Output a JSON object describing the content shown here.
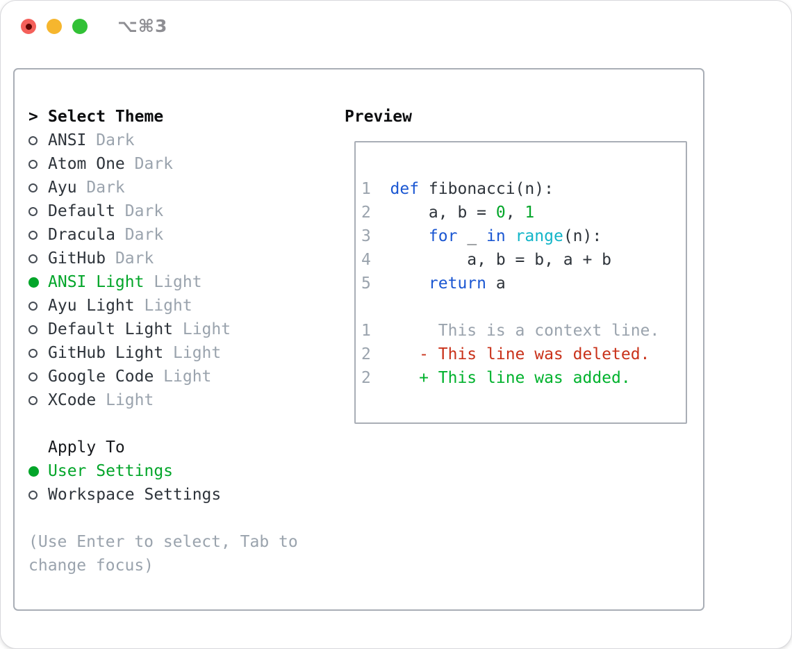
{
  "window": {
    "title": "⌥⌘3",
    "traffic_lights": [
      {
        "name": "close",
        "color": "#f4605a"
      },
      {
        "name": "minimize",
        "color": "#f6b62e"
      },
      {
        "name": "zoom",
        "color": "#32c136"
      }
    ]
  },
  "theme_list": {
    "header_prefix": ">",
    "header": "Select Theme",
    "items": [
      {
        "name": "ANSI",
        "tag": "Dark",
        "selected": false
      },
      {
        "name": "Atom One",
        "tag": "Dark",
        "selected": false
      },
      {
        "name": "Ayu",
        "tag": "Dark",
        "selected": false
      },
      {
        "name": "Default",
        "tag": "Dark",
        "selected": false
      },
      {
        "name": "Dracula",
        "tag": "Dark",
        "selected": false
      },
      {
        "name": "GitHub",
        "tag": "Dark",
        "selected": false
      },
      {
        "name": "ANSI Light",
        "tag": "Light",
        "selected": true
      },
      {
        "name": "Ayu Light",
        "tag": "Light",
        "selected": false
      },
      {
        "name": "Default Light",
        "tag": "Light",
        "selected": false
      },
      {
        "name": "GitHub Light",
        "tag": "Light",
        "selected": false
      },
      {
        "name": "Google Code",
        "tag": "Light",
        "selected": false
      },
      {
        "name": "XCode",
        "tag": "Light",
        "selected": false
      }
    ]
  },
  "apply_to": {
    "header": "Apply To",
    "options": [
      {
        "label": "User Settings",
        "selected": true
      },
      {
        "label": "Workspace Settings",
        "selected": false
      }
    ]
  },
  "help_text": "(Use Enter to select, Tab to change focus)",
  "preview": {
    "title": "Preview",
    "code_lines": [
      {
        "num": "1",
        "segments": [
          {
            "text": "def",
            "color": "keyword"
          },
          {
            "text": " fibonacci(n):",
            "color": "fg"
          }
        ]
      },
      {
        "num": "2",
        "segments": [
          {
            "text": "    a, b = ",
            "color": "fg"
          },
          {
            "text": "0",
            "color": "number"
          },
          {
            "text": ", ",
            "color": "fg"
          },
          {
            "text": "1",
            "color": "number"
          }
        ]
      },
      {
        "num": "3",
        "segments": [
          {
            "text": "    ",
            "color": "fg"
          },
          {
            "text": "for",
            "color": "keyword"
          },
          {
            "text": " _ ",
            "color": "fg"
          },
          {
            "text": "in",
            "color": "keyword"
          },
          {
            "text": " ",
            "color": "fg"
          },
          {
            "text": "range",
            "color": "builtin"
          },
          {
            "text": "(n):",
            "color": "fg"
          }
        ]
      },
      {
        "num": "4",
        "segments": [
          {
            "text": "        a, b = b, a + b",
            "color": "fg"
          }
        ]
      },
      {
        "num": "5",
        "segments": [
          {
            "text": "    ",
            "color": "fg"
          },
          {
            "text": "return",
            "color": "keyword"
          },
          {
            "text": " a",
            "color": "fg"
          }
        ]
      },
      {
        "num": "",
        "segments": []
      },
      {
        "num": "1",
        "segments": [
          {
            "text": "     This is a context line.",
            "color": "context"
          }
        ]
      },
      {
        "num": "2",
        "segments": [
          {
            "text": "   - This line was deleted.",
            "color": "deleted"
          }
        ]
      },
      {
        "num": "2",
        "segments": [
          {
            "text": "   + This line was added.",
            "color": "added"
          }
        ]
      }
    ]
  },
  "colors": {
    "fg": "#2e343b",
    "fg_strong": "#0c0d0f",
    "muted": "#9aa3ad",
    "green": "#02a529",
    "keyword": "#1b57d2",
    "builtin": "#12b5c8",
    "number": "#02a529",
    "context": "#9aa3ad",
    "deleted": "#c9321a",
    "added": "#00b22d",
    "border": "#a9aeb6",
    "title": "#8e8e93",
    "traffic_red": "#f4605a",
    "traffic_red_dot": "#5f0603",
    "traffic_yellow": "#f6b62e",
    "traffic_green": "#32c136"
  }
}
